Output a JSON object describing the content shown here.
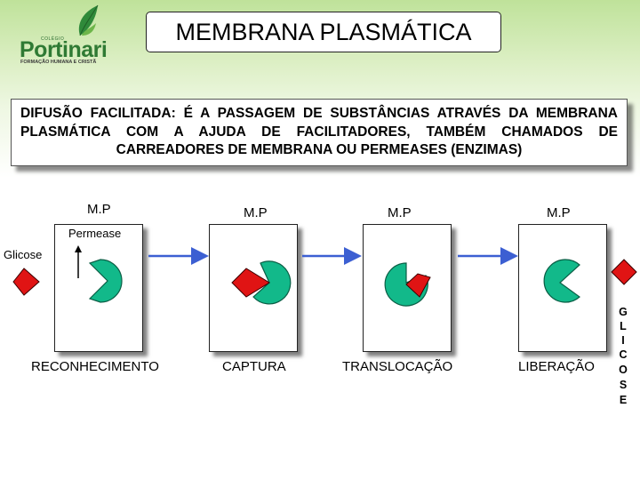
{
  "logo": {
    "small": "COLÉGIO",
    "name": "Portinari",
    "tagline": "FORMAÇÃO HUMANA E CRISTÃ"
  },
  "title": "MEMBRANA PLASMÁTICA",
  "description": "DIFUSÃO FACILITADA: É A PASSAGEM DE SUBSTÂNCIAS ATRAVÉS DA MEMBRANA PLASMÁTICA COM A AJUDA DE FACILITADORES, TAMBÉM CHAMADOS DE CARREADORES DE MEMBRANA OU PERMEASES (ENZIMAS)",
  "labels": {
    "mp": [
      "M.P",
      "M.P",
      "M.P",
      "M.P"
    ],
    "permease": "Permease",
    "glicose": "Glicose"
  },
  "stages": [
    "RECONHECIMENTO",
    "CAPTURA",
    "TRANSLOCAÇÃO",
    "LIBERAÇÃO"
  ],
  "side_word": [
    "G",
    "L",
    "I",
    "C",
    "O",
    "S",
    "E"
  ],
  "colors": {
    "permease": "#12b98a",
    "glucose": "#e01414",
    "arrow": "#3c5fd2",
    "background_top": "#bfe29a"
  }
}
